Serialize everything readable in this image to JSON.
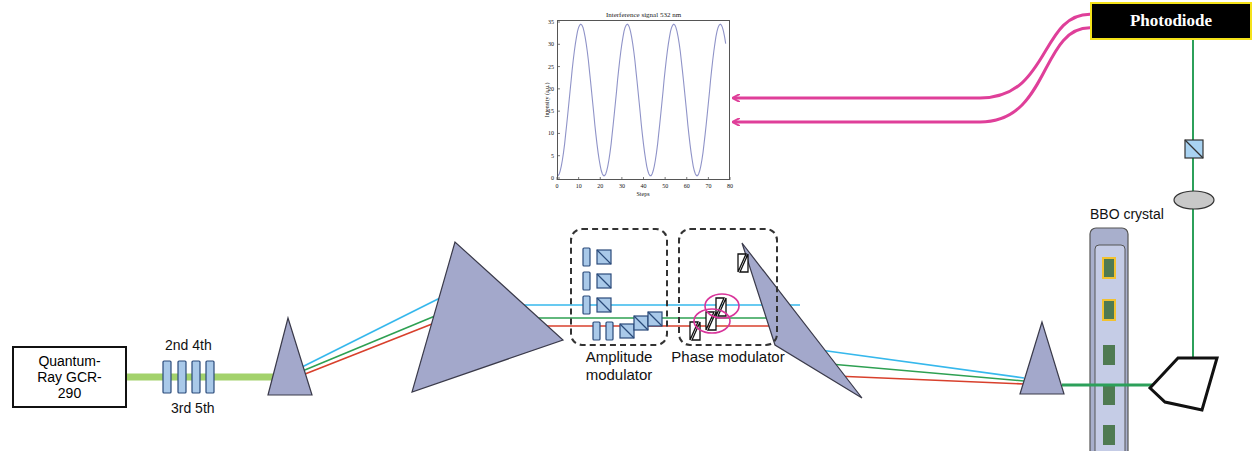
{
  "diagram": {
    "nodes": [
      {
        "text": [
          "Interference signal 532 nm"
        ]
      },
      {
        "text": [
          "Photodiode"
        ]
      },
      {
        "text": [
          "Quantum-Ray GCR-290"
        ]
      },
      {
        "text": [
          "Amplitude modulator"
        ]
      },
      {
        "text": [
          "Phase modulator"
        ]
      }
    ],
    "edges": [
      {
        "from": 1,
        "to": 0,
        "arrow": "to"
      }
    ],
    "labels": [
      "2nd 4th",
      "3rd 5th",
      "BBO crystal",
      "Intensity (a.u.)",
      "Steps",
      "0",
      "5",
      "10",
      "15",
      "20",
      "25",
      "30",
      "35",
      "0",
      "10",
      "20",
      "30",
      "40",
      "50",
      "60",
      "70",
      "80"
    ]
  }
}
